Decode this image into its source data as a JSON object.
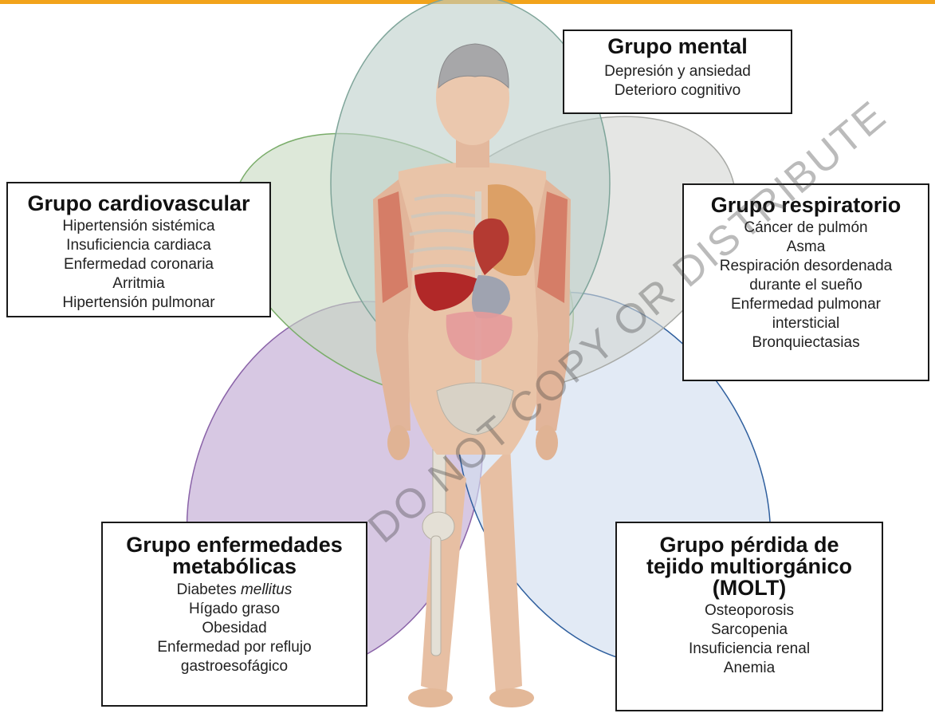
{
  "groups": {
    "mental": {
      "title": "Grupo mental",
      "items": [
        "Depresión y ansiedad",
        "Deterioro cognitivo"
      ]
    },
    "cardiovascular": {
      "title": "Grupo cardiovascular",
      "items": [
        "Hipertensión sistémica",
        "Insuficiencia cardiaca",
        "Enfermedad coronaria",
        "Arritmia",
        "Hipertensión pulmonar"
      ]
    },
    "respiratorio": {
      "title": "Grupo respiratorio",
      "items": [
        "Cáncer de pulmón",
        "Asma",
        "Respiración desordenada",
        "durante el sueño",
        "Enfermedad pulmonar",
        "intersticial",
        "Bronquiectasias"
      ]
    },
    "metabolicas": {
      "title_lines": [
        "Grupo enfermedades",
        "metabólicas"
      ],
      "item_diabetes": "Diabetes",
      "item_diabetes_italic": "mellitus",
      "items": [
        "Hígado graso",
        "Obesidad",
        "Enfermedad por reflujo",
        "gastroesofágico"
      ]
    },
    "molt": {
      "title_lines": [
        "Grupo pérdida de",
        "tejido multiorgánico",
        "(MOLT)"
      ],
      "items": [
        "Osteoporosis",
        "Sarcopenia",
        "Insuficiencia renal",
        "Anemia"
      ]
    }
  },
  "watermark": "DO NOT COPY OR DISTRIBUTE",
  "colors": {
    "top_bar": "#f2a31b",
    "mental_ellipse": "#7fa59a",
    "cardiovascular_ellipse": "#7aad6a",
    "respiratorio_ellipse": "#a8aaa6",
    "metabolicas_ellipse": "#8a63a8",
    "molt_ellipse": "#2f5f9e"
  }
}
